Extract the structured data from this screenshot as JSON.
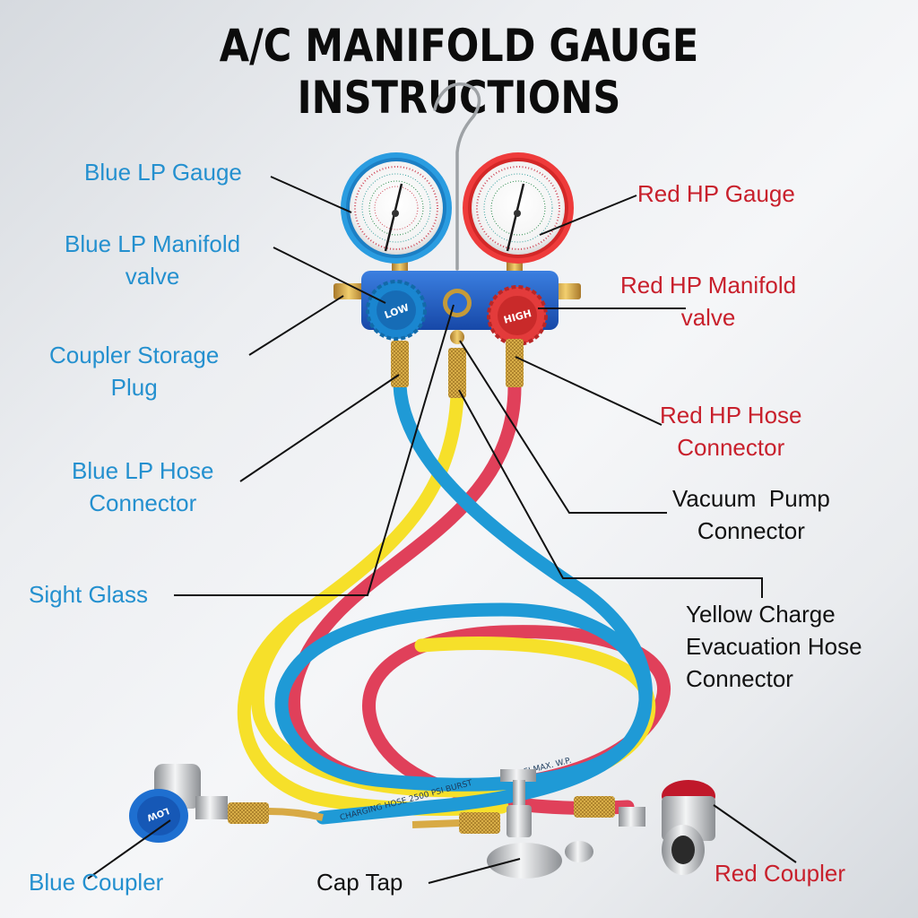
{
  "title": "A/C MANIFOLD GAUGE INSTRUCTIONS",
  "colors": {
    "blue_label": "#2490cf",
    "red_label": "#c8202c",
    "black_label": "#111111",
    "blue_hose": "#1f9ad6",
    "red_hose": "#e0405a",
    "yellow_hose": "#f6e02a",
    "manifold_body": "#1f5fc8",
    "brass": "#d8aa45"
  },
  "labels": {
    "blue_lp_gauge": "Blue LP Gauge",
    "blue_lp_manifold_valve_1": "Blue LP Manifold",
    "blue_lp_manifold_valve_2": "valve",
    "coupler_storage_plug_1": "Coupler Storage",
    "coupler_storage_plug_2": "Plug",
    "blue_lp_hose_connector_1": "Blue LP Hose",
    "blue_lp_hose_connector_2": "Connector",
    "sight_glass": "Sight Glass",
    "blue_coupler": "Blue Coupler",
    "cap_tap": "Cap Tap",
    "red_hp_gauge": "Red HP Gauge",
    "red_hp_manifold_valve_1": "Red HP Manifold",
    "red_hp_manifold_valve_2": "valve",
    "red_hp_hose_connector_1": "Red HP Hose",
    "red_hp_hose_connector_2": "Connector",
    "vacuum_pump_connector_1": "Vacuum  Pump",
    "vacuum_pump_connector_2": "Connector",
    "yellow_charge_1": "Yellow Charge",
    "yellow_charge_2": "Evacuation Hose",
    "yellow_charge_3": "Connector",
    "red_coupler": "Red Coupler"
  },
  "knobs": {
    "low": "LOW",
    "high": "HIGH",
    "coupler_low": "LOW"
  },
  "hose_print": {
    "line1": "500 PSI MAX. W.P.",
    "line2": "CHARGING HOSE 2500 PSI BURST"
  }
}
